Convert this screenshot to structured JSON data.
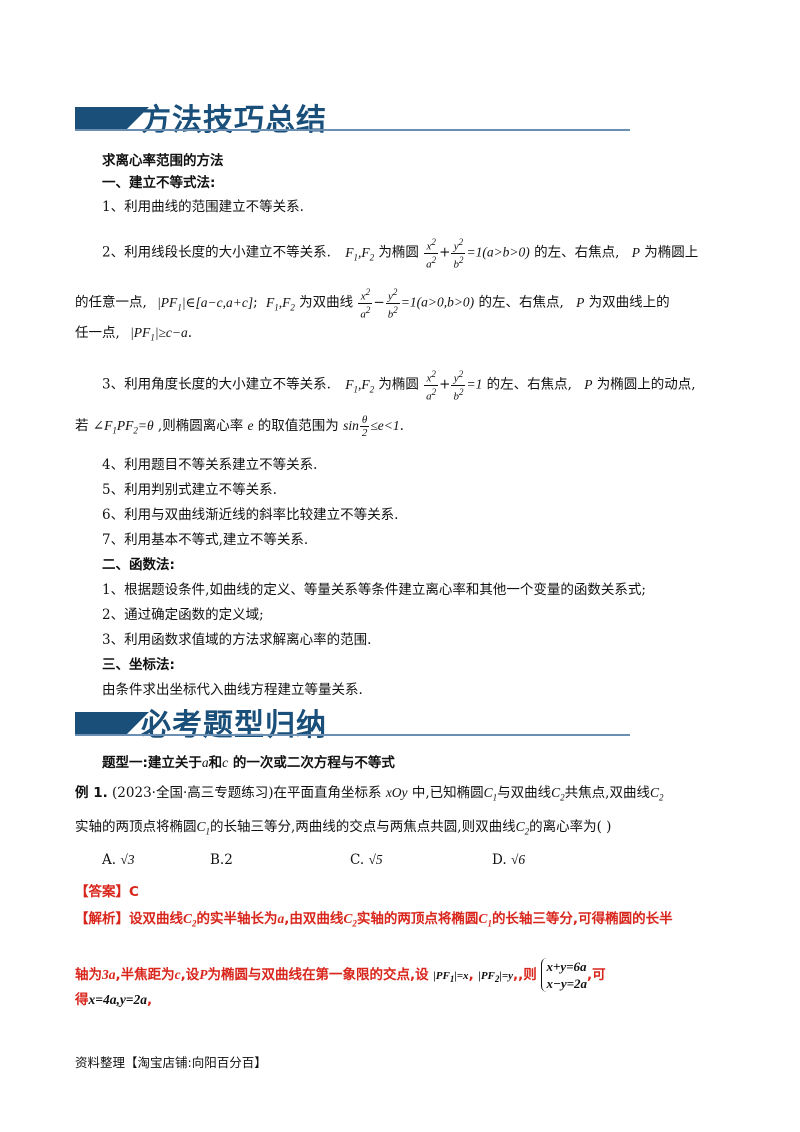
{
  "section1": {
    "title": "方法技巧总结"
  },
  "method_title": "求离心率范围的方法",
  "part1": {
    "heading": "一、建立不等式法:",
    "item1": "1、利用曲线的范围建立不等关系.",
    "item2_a": "2、利用线段长度的大小建立不等关系.",
    "item2_b": "为椭圆",
    "item2_c": "的左、右焦点,",
    "item2_d": "为椭圆上",
    "item2_e": "的任意一点,",
    "item2_f": "为双曲线",
    "item2_g": "的左、右焦点,",
    "item2_h": "为双曲线上的",
    "item2_i": "任一点,",
    "item3_a": "3、利用角度长度的大小建立不等关系.",
    "item3_b": "为椭圆",
    "item3_c": "的左、右焦点,",
    "item3_d": "为椭圆上的动点,",
    "item3_e": "若",
    "item3_f": ",则椭圆离心率",
    "item3_g": "的取值范围为",
    "item4": "4、利用题目不等关系建立不等关系.",
    "item5": "5、利用判别式建立不等关系.",
    "item6": "6、利用与双曲线渐近线的斜率比较建立不等关系.",
    "item7": "7、利用基本不等式,建立不等关系."
  },
  "part2": {
    "heading": "二、函数法:",
    "item1": "1、根据题设条件,如曲线的定义、等量关系等条件建立离心率和其他一个变量的函数关系式;",
    "item2": "2、通过确定函数的定义域;",
    "item3": "3、利用函数求值域的方法求解离心率的范围."
  },
  "part3": {
    "heading": "三、坐标法:",
    "item1": "由条件求出坐标代入曲线方程建立等量关系."
  },
  "section2": {
    "title": "必考题型归纳"
  },
  "type1": {
    "heading_a": "题型一:建立关于",
    "heading_b": "和",
    "heading_c": "的一次或二次方程与不等式"
  },
  "example1": {
    "label": "例 1.",
    "text_a": "(2023·全国·高三专题练习)在平面直角坐标系",
    "text_b": "中,已知椭圆",
    "text_c": "与双曲线",
    "text_d": "共焦点,双曲线",
    "text_e": "实轴的两顶点将椭圆",
    "text_f": "的长轴三等分,两曲线的交点与两焦点共圆,则双曲线",
    "text_g": "的离心率为(    )",
    "choices": [
      "A.",
      "B.2",
      "C.",
      "D."
    ]
  },
  "answer": {
    "label": "【答案】",
    "value": "C"
  },
  "analysis": {
    "label": "【解析】",
    "text_a": "设双曲线",
    "text_b": "的实半轴长为",
    "text_c": ",由双曲线",
    "text_d": "实轴的两顶点将椭圆",
    "text_e": "的长轴三等分,可得椭圆的长半",
    "text_f": "轴为",
    "text_g": ",半焦距为",
    "text_h": ",设",
    "text_i": "为椭圆与双曲线在第一象限的交点,设",
    "text_j": ",则",
    "text_k": ",可",
    "text_l": "得"
  },
  "footer": "资料整理【淘宝店铺:向阳百分百】"
}
